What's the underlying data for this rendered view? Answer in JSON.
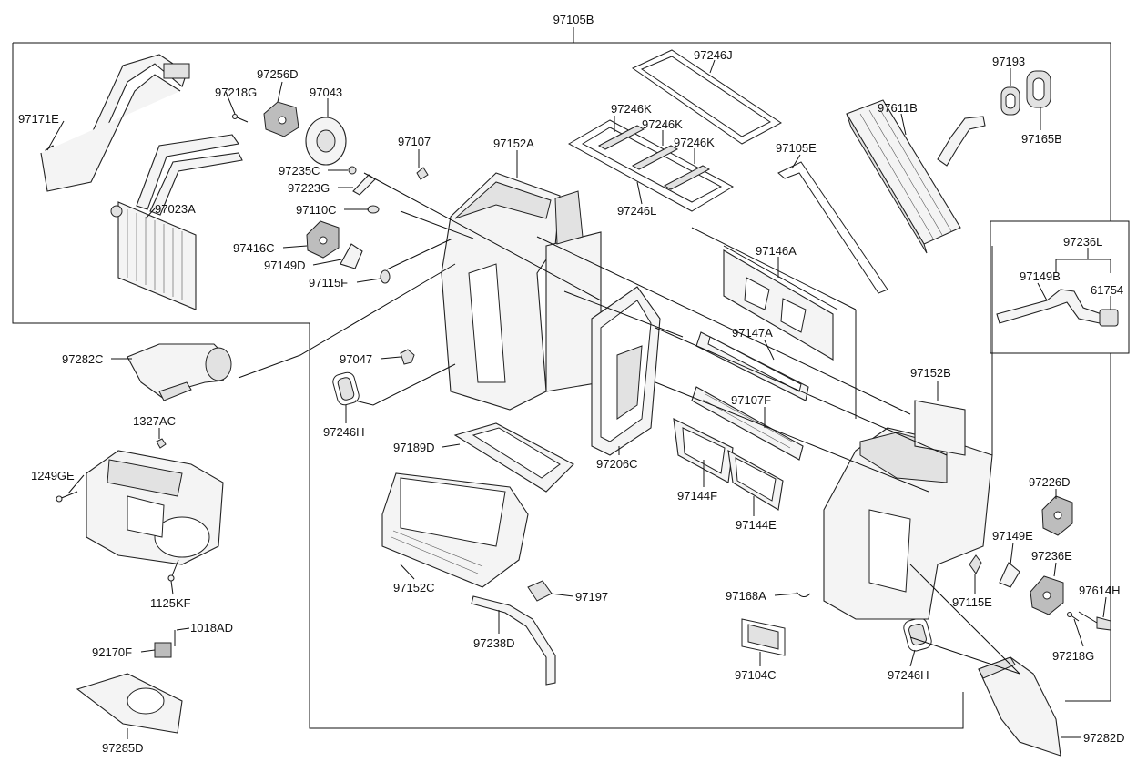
{
  "parts": {
    "p97105B": "97105B",
    "p97171E": "97171E",
    "p97218G_a": "97218G",
    "p97256D": "97256D",
    "p97043": "97043",
    "p97023A": "97023A",
    "p97235C": "97235C",
    "p97223G": "97223G",
    "p97110C": "97110C",
    "p97416C": "97416C",
    "p97149D": "97149D",
    "p97115F": "97115F",
    "p97107": "97107",
    "p97152A": "97152A",
    "p97246J": "97246J",
    "p97246K_a": "97246K",
    "p97246K_b": "97246K",
    "p97246K_c": "97246K",
    "p97246L": "97246L",
    "p97193": "97193",
    "p97165B": "97165B",
    "p97611B": "97611B",
    "p97105E": "97105E",
    "p97146A": "97146A",
    "p97236L": "97236L",
    "p97149B": "97149B",
    "p61754": "61754",
    "p97282C": "97282C",
    "p97047": "97047",
    "p97147A": "97147A",
    "p97152B": "97152B",
    "p97246H_a": "97246H",
    "p1327AC": "1327AC",
    "p97107F": "97107F",
    "p97189D": "97189D",
    "p97206C": "97206C",
    "p1249GE": "1249GE",
    "p97226D": "97226D",
    "p97144F": "97144F",
    "p97144E": "97144E",
    "p97149E": "97149E",
    "p97236E": "97236E",
    "p97152C": "97152C",
    "p97197": "97197",
    "p97168A": "97168A",
    "p97115E": "97115E",
    "p97614H": "97614H",
    "p1125KF": "1125KF",
    "p1018AD": "1018AD",
    "p92170F": "92170F",
    "p97238D": "97238D",
    "p97104C": "97104C",
    "p97246H_b": "97246H",
    "p97218G_b": "97218G",
    "p97285D": "97285D",
    "p97282D": "97282D"
  }
}
